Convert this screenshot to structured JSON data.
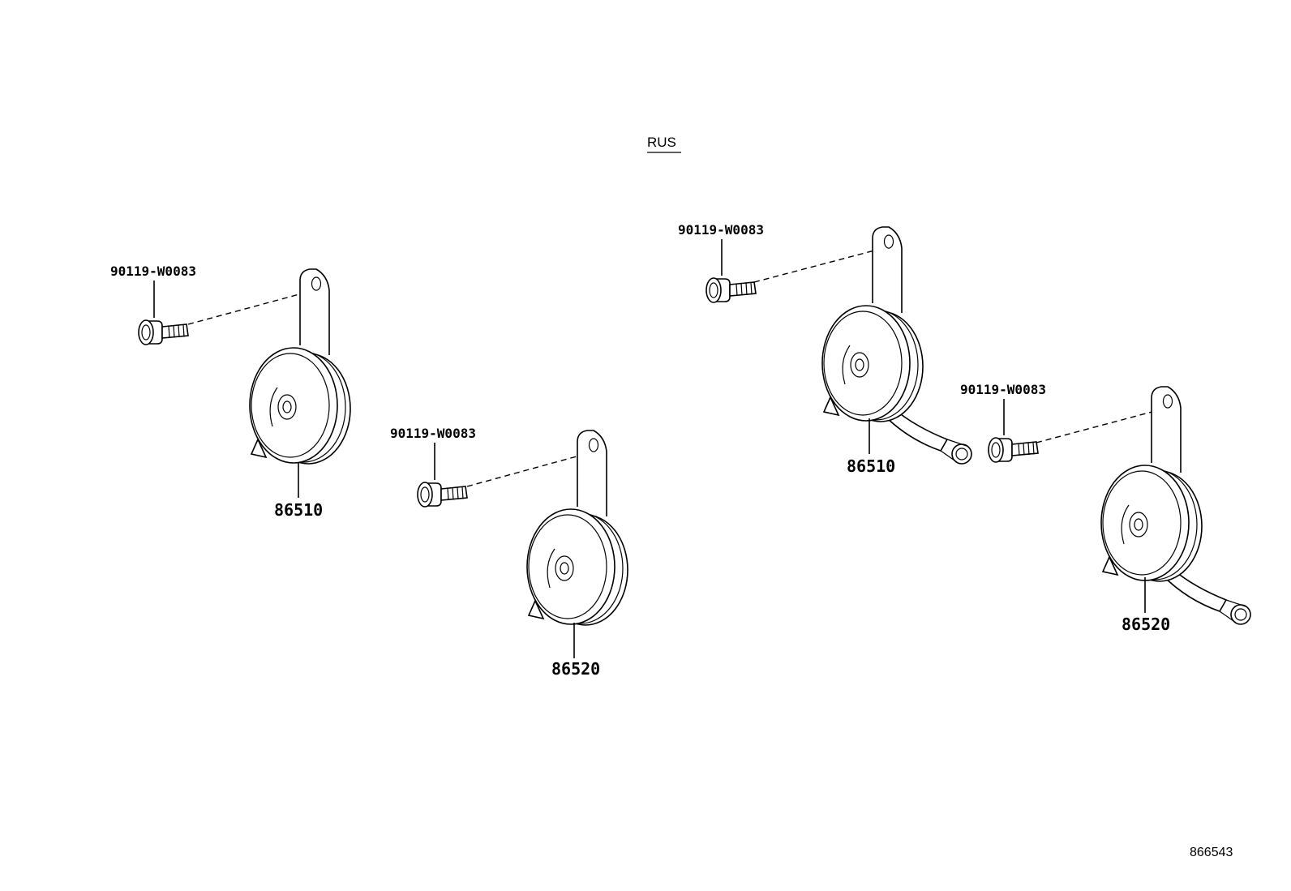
{
  "diagram": {
    "variant_label": "RUS",
    "figure_number": "866543",
    "bolt_part_number": "90119-W0083",
    "groups": [
      {
        "name": "left",
        "parts": [
          {
            "part": "90119-W0083"
          },
          {
            "part": "86510"
          }
        ]
      },
      {
        "name": "left-center",
        "parts": [
          {
            "part": "90119-W0083"
          },
          {
            "part": "86520"
          }
        ]
      },
      {
        "name": "right-upper",
        "parts": [
          {
            "part": "90119-W0083"
          },
          {
            "part": "86510"
          }
        ]
      },
      {
        "name": "right-lower",
        "parts": [
          {
            "part": "90119-W0083"
          },
          {
            "part": "86520"
          }
        ]
      }
    ]
  }
}
